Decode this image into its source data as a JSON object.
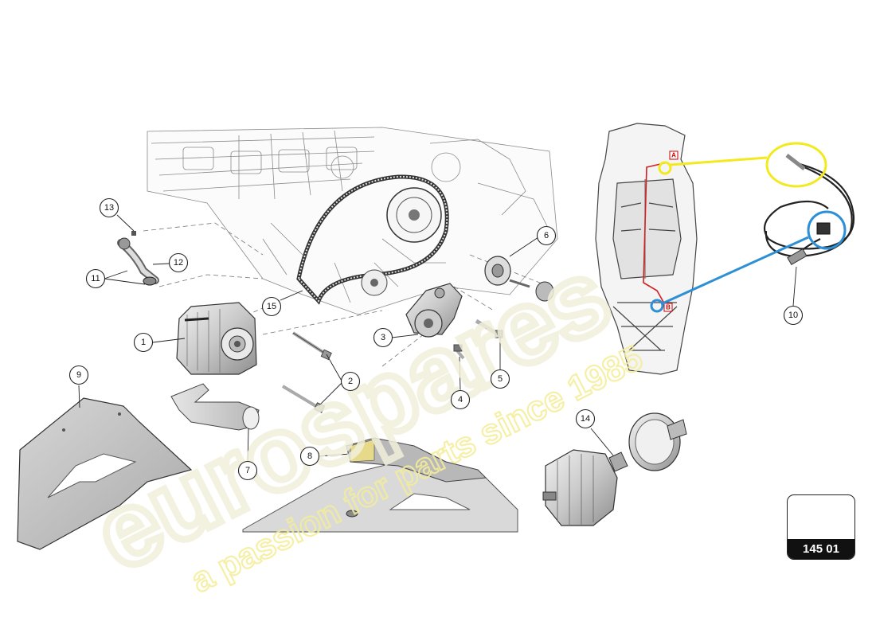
{
  "watermark": {
    "brand_text": "eurospares",
    "tagline_text": "a passion for parts since 1985"
  },
  "callouts": [
    {
      "id": "1",
      "label": "1"
    },
    {
      "id": "2",
      "label": "2"
    },
    {
      "id": "3",
      "label": "3"
    },
    {
      "id": "4",
      "label": "4"
    },
    {
      "id": "5",
      "label": "5"
    },
    {
      "id": "6",
      "label": "6"
    },
    {
      "id": "7",
      "label": "7"
    },
    {
      "id": "8",
      "label": "8"
    },
    {
      "id": "9",
      "label": "9"
    },
    {
      "id": "10",
      "label": "10"
    },
    {
      "id": "11",
      "label": "11"
    },
    {
      "id": "12",
      "label": "12"
    },
    {
      "id": "13",
      "label": "13"
    },
    {
      "id": "14",
      "label": "14"
    },
    {
      "id": "15",
      "label": "15"
    }
  ],
  "chassis_markers": {
    "a": "A",
    "b": "B"
  },
  "badge": {
    "code": "145 01"
  },
  "colors": {
    "highlight_yellow": "#f2ea1c",
    "highlight_blue": "#2d8fd6",
    "wire_red": "#d42020",
    "line_art": "#444444",
    "watermark": "#f1f0dc"
  }
}
